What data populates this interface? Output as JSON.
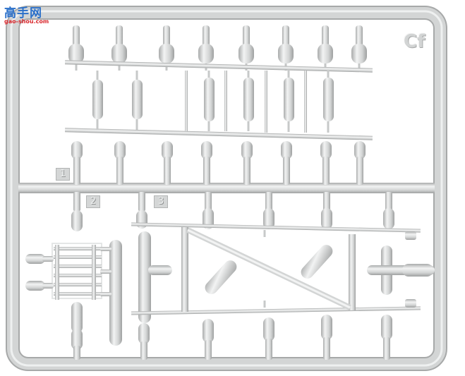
{
  "watermark": {
    "title": "高手网",
    "url": "gao-shou.com",
    "icon": "mascot-logo-icon"
  },
  "sprue": {
    "code": "Cf",
    "part_numbers": [
      "1",
      "2",
      "3"
    ],
    "colors": {
      "plastic": "#d3d5d5",
      "shadow": "#a9abab",
      "highlight": "#f2f3f3",
      "background": "#ffffff"
    }
  }
}
